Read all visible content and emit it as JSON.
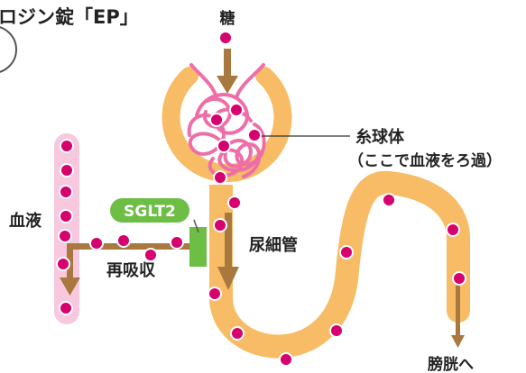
{
  "title": "ロジン錠「EP」",
  "labels": {
    "sugar": "糖",
    "glomerulus_line1": "糸球体",
    "glomerulus_line2": "（ここで血液をろ過）",
    "blood": "血液",
    "sglt2": "SGLT2",
    "tubule": "尿細管",
    "reabsorption": "再吸収",
    "to_bladder": "膀胱へ"
  },
  "colors": {
    "tubule": "#F7BC65",
    "glucose_dot": "#D6006E",
    "blood_vessel": "#F8C8DE",
    "glomerulus_coil": "#EE6FA8",
    "arrow": "#A9783F",
    "sglt2": "#6CBE45"
  }
}
